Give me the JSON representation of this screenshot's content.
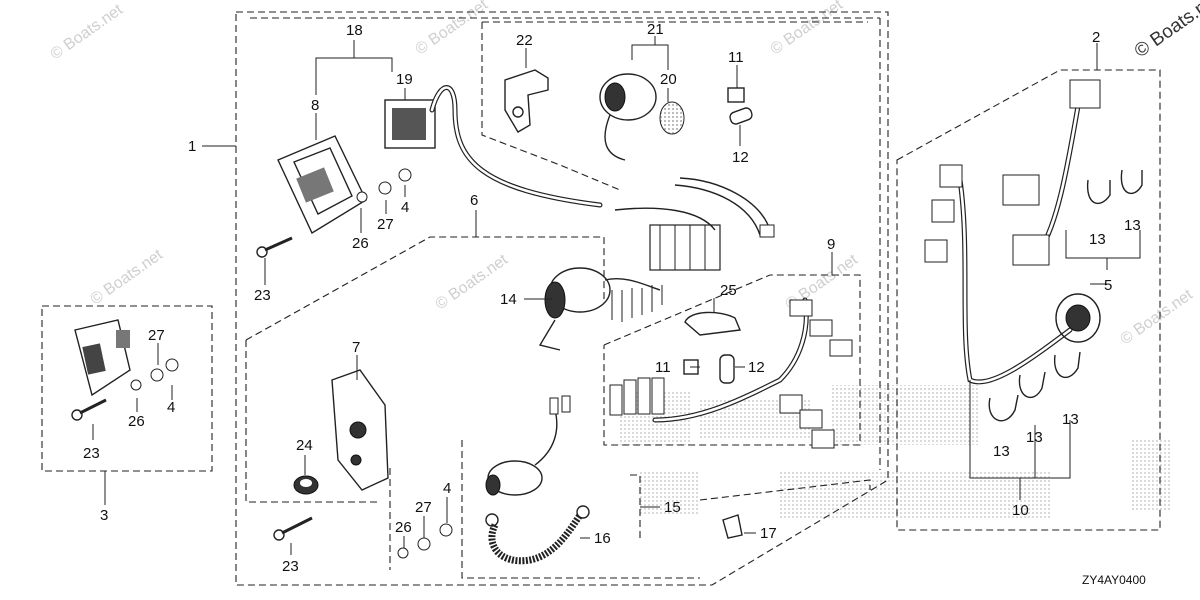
{
  "diagram": {
    "code": "ZY4AY0400",
    "watermark_text": "© Boats.net",
    "watermark_big": "BOATS.NET",
    "callouts": [
      {
        "id": "c1",
        "text": "1"
      },
      {
        "id": "c2",
        "text": "2"
      },
      {
        "id": "c3",
        "text": "3"
      },
      {
        "id": "c4a",
        "text": "4"
      },
      {
        "id": "c4b",
        "text": "4"
      },
      {
        "id": "c4c",
        "text": "4"
      },
      {
        "id": "c5",
        "text": "5"
      },
      {
        "id": "c6",
        "text": "6"
      },
      {
        "id": "c7",
        "text": "7"
      },
      {
        "id": "c8",
        "text": "8"
      },
      {
        "id": "c9",
        "text": "9"
      },
      {
        "id": "c10",
        "text": "10"
      },
      {
        "id": "c11a",
        "text": "11"
      },
      {
        "id": "c11b",
        "text": "11"
      },
      {
        "id": "c12a",
        "text": "12"
      },
      {
        "id": "c12b",
        "text": "12"
      },
      {
        "id": "c13a",
        "text": "13"
      },
      {
        "id": "c13b",
        "text": "13"
      },
      {
        "id": "c13c",
        "text": "13"
      },
      {
        "id": "c13d",
        "text": "13"
      },
      {
        "id": "c13e",
        "text": "13"
      },
      {
        "id": "c14",
        "text": "14"
      },
      {
        "id": "c15",
        "text": "15"
      },
      {
        "id": "c16",
        "text": "16"
      },
      {
        "id": "c17",
        "text": "17"
      },
      {
        "id": "c18",
        "text": "18"
      },
      {
        "id": "c19",
        "text": "19"
      },
      {
        "id": "c20",
        "text": "20"
      },
      {
        "id": "c21",
        "text": "21"
      },
      {
        "id": "c22",
        "text": "22"
      },
      {
        "id": "c23a",
        "text": "23"
      },
      {
        "id": "c23b",
        "text": "23"
      },
      {
        "id": "c23c",
        "text": "23"
      },
      {
        "id": "c24",
        "text": "24"
      },
      {
        "id": "c25",
        "text": "25"
      },
      {
        "id": "c26a",
        "text": "26"
      },
      {
        "id": "c26b",
        "text": "26"
      },
      {
        "id": "c26c",
        "text": "26"
      },
      {
        "id": "c27a",
        "text": "27"
      },
      {
        "id": "c27b",
        "text": "27"
      },
      {
        "id": "c27c",
        "text": "27"
      }
    ]
  }
}
